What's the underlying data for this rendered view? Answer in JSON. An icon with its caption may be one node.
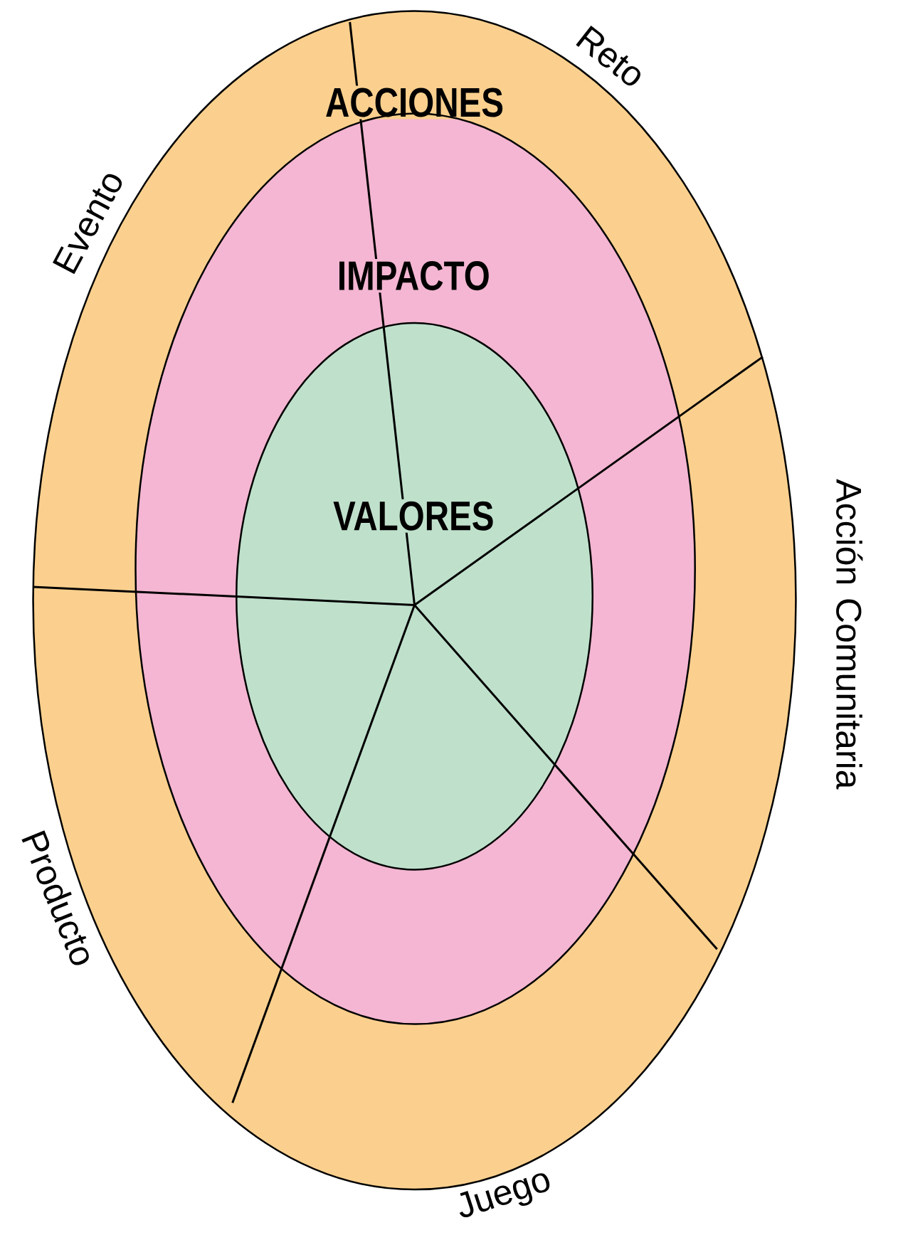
{
  "diagram": {
    "nodes": [
      {
        "text": [
          "ACCIONES"
        ]
      },
      {
        "text": [
          "IMPACTO"
        ],
        "in": 0
      },
      {
        "text": [
          "VALORES"
        ],
        "in": 1
      }
    ],
    "labels": [
      "Reto",
      "Evento",
      "Acción Comunitaria",
      "Producto",
      "Juego"
    ]
  }
}
